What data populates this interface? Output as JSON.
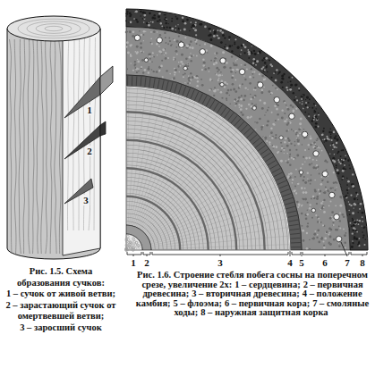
{
  "diagram": {
    "labels": [
      "1",
      "2",
      "3",
      "1",
      "2",
      "3",
      "4",
      "5",
      "6",
      "7",
      "8",
      "Рис. 1.5. Схема образования сучков:",
      "1 – сучок от живой ветви;",
      "2 – зарастающий сучок от омертвевшей ветви;",
      "3 – заросший сучок",
      "Рис. 1.6. Строение стебля побега сосны на поперечном срезе, увеличение 2х:",
      "1 – сердцевина;",
      "2 – первичная древесина;",
      "3 – вторичная древесина;",
      "4 – положение камбия;",
      "5 – флоэма;",
      "6 – первичная кора;",
      "7 – смоляные ходы;",
      "8 – наружная защитная корка"
    ]
  }
}
